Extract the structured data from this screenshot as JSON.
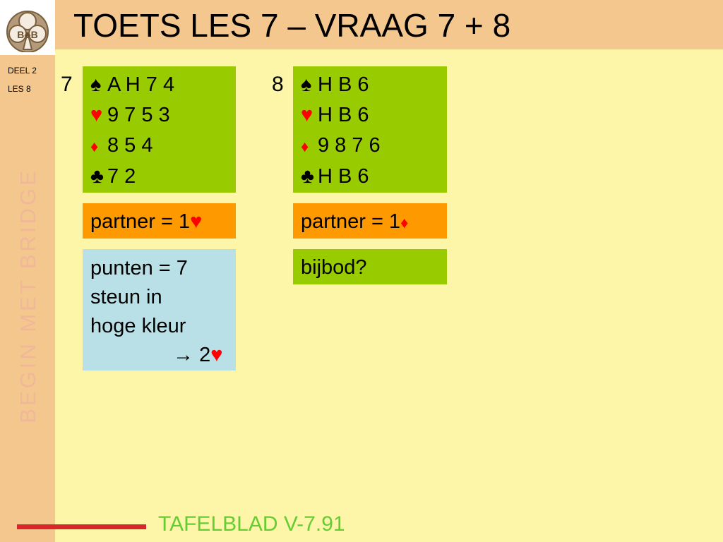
{
  "header": {
    "title": "TOETS LES 7 – VRAAG 7 + 8"
  },
  "sidebar": {
    "deel": "DEEL 2",
    "les": "LES 8",
    "vertical_text": "BEGIN MET BRIDGE"
  },
  "logo": {
    "text": "B♣B"
  },
  "question7": {
    "number": "7",
    "hand": [
      {
        "suit": "♠",
        "color": "black",
        "cards": "A H 7 4"
      },
      {
        "suit": "♥",
        "color": "red",
        "cards": "9 7 5 3"
      },
      {
        "suit": "♦",
        "color": "red",
        "cards": "8 5 4"
      },
      {
        "suit": "♣",
        "color": "black",
        "cards": "7 2"
      }
    ],
    "partner_label": "partner = 1",
    "partner_suit": "♥",
    "answer_lines": [
      "punten = 7",
      "steun in",
      "hoge kleur"
    ],
    "answer_arrow": "→",
    "answer_bid": "2",
    "answer_suit": "♥"
  },
  "question8": {
    "number": "8",
    "hand": [
      {
        "suit": "♠",
        "color": "black",
        "cards": "H B 6"
      },
      {
        "suit": "♥",
        "color": "red",
        "cards": "H B 6"
      },
      {
        "suit": "♦",
        "color": "red",
        "cards": "9 8 7 6"
      },
      {
        "suit": "♣",
        "color": "black",
        "cards": "H B 6"
      }
    ],
    "partner_label": "partner = 1",
    "partner_suit": "♦",
    "question_text": "bijbod?"
  },
  "footer": {
    "text": "TAFELBLAD V-7.91"
  },
  "colors": {
    "background": "#fdf5a8",
    "sidebar": "#f3c78e",
    "green_box": "#99cc00",
    "orange_box": "#ff9900",
    "blue_box": "#b9e0e6",
    "red_suit": "#ff0000",
    "footer_text": "#66cc33",
    "footer_bar": "#d9262b"
  }
}
